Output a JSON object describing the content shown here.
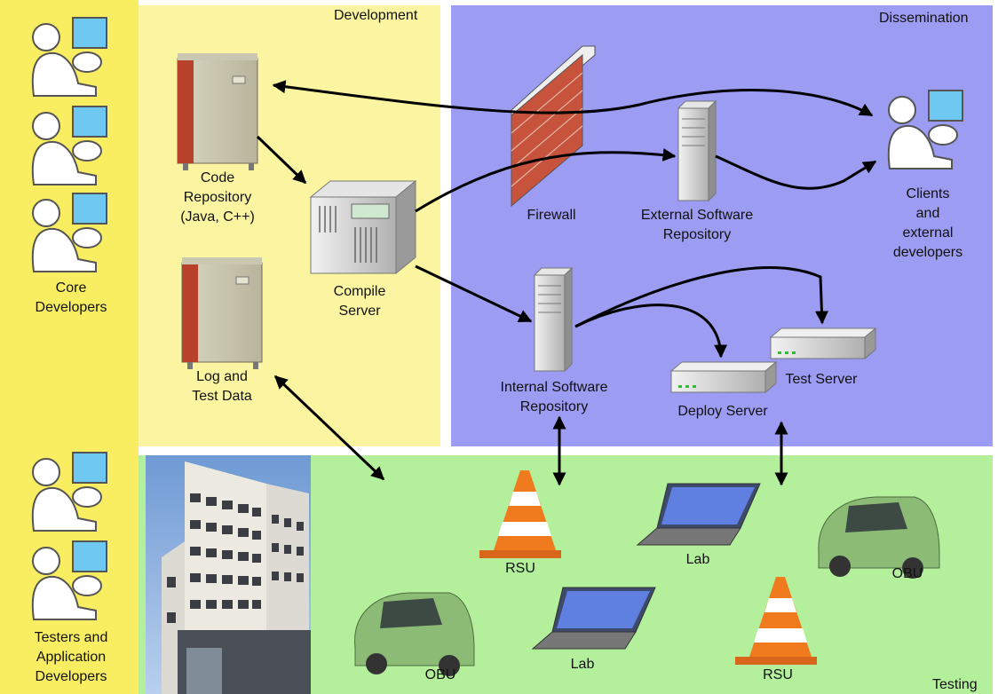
{
  "regions": {
    "development": "Development",
    "dissemination": "Dissemination",
    "testing": "Testing"
  },
  "nodes": {
    "core_developers": "Core\nDevelopers",
    "testers": "Testers and\nApplication\nDevelopers",
    "code_repository": "Code\nRepository\n(Java, C++)",
    "log_test_data": "Log and\nTest Data",
    "compile_server": "Compile\nServer",
    "firewall": "Firewall",
    "external_repo": "External Software\nRepository",
    "clients": "Clients\nand\nexternal\ndevelopers",
    "internal_repo": "Internal Software\nRepository",
    "deploy_server": "Deploy Server",
    "test_server": "Test Server",
    "rsu_1": "RSU",
    "rsu_2": "RSU",
    "lab_1": "Lab",
    "lab_2": "Lab",
    "obu_1": "OBU",
    "obu_2": "OBU"
  },
  "colors": {
    "development": "#fbf4a0",
    "left_strip": "#f9ee62",
    "dissemination": "#9b9cf2",
    "testing": "#b4f09c",
    "arrow": "#000000",
    "cone": "#f07a1e",
    "car_body": "#8bbb74"
  }
}
